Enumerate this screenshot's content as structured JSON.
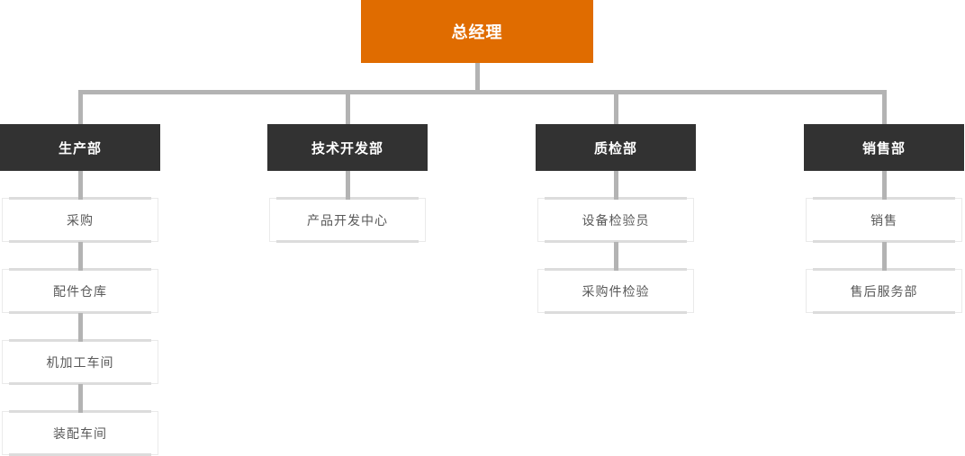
{
  "chart": {
    "type": "org-chart",
    "root_label": "总经理",
    "departments": [
      {
        "label": "生产部",
        "children": [
          "采购",
          "配件仓库",
          "机加工车间",
          "装配车间"
        ]
      },
      {
        "label": "技术开发部",
        "children": [
          "产品开发中心"
        ]
      },
      {
        "label": "质检部",
        "children": [
          "设备检验员",
          "采购件检验"
        ]
      },
      {
        "label": "销售部",
        "children": [
          "销售",
          "售后服务部"
        ]
      }
    ],
    "colors": {
      "root_bg": "#e06c00",
      "dept_bg": "#323232",
      "node_border": "#eaeaea",
      "node_text": "#595959",
      "connector": "#b3b3b3",
      "accent_bar": "#dcdcdc"
    }
  }
}
